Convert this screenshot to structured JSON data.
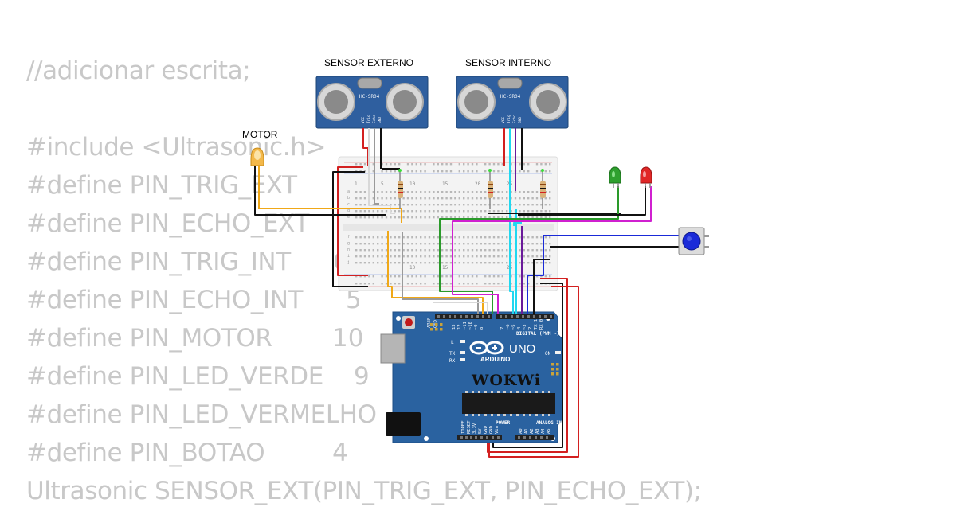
{
  "code": {
    "lines": [
      {
        "text": "//adicionar escrita;",
        "value": ""
      },
      {
        "text": "",
        "value": ""
      },
      {
        "text": "#include <Ultrasonic.h>",
        "value": ""
      },
      {
        "text": "#define PIN_TRIG_EXT",
        "value": ""
      },
      {
        "text": "#define PIN_ECHO_EXT",
        "value": ""
      },
      {
        "text": "#define PIN_TRIG_INT",
        "value": "6"
      },
      {
        "text": "#define PIN_ECHO_INT",
        "value": "5"
      },
      {
        "text": "#define PIN_MOTOR",
        "value": "10"
      },
      {
        "text": "#define PIN_LED_VERDE",
        "value": "9"
      },
      {
        "text": "#define PIN_LED_VERMELHO",
        "value": ""
      },
      {
        "text": "#define PIN_BOTAO",
        "value": "4"
      },
      {
        "text": "Ultrasonic SENSOR_EXT(PIN_TRIG_EXT, PIN_ECHO_EXT);",
        "value": ""
      }
    ]
  },
  "circuit": {
    "sensor_externo_label": "SENSOR EXTERNO",
    "sensor_interno_label": "SENSOR INTERNO",
    "motor_label": "MOTOR",
    "sensor_model": "HC-SR04",
    "sensor_pins": [
      "VCC",
      "Trig",
      "Echo",
      "GND"
    ],
    "breadboard_numbers": [
      "1",
      "5",
      "10",
      "15",
      "20",
      "25"
    ],
    "breadboard_rows": [
      "a",
      "b",
      "c",
      "d",
      "e",
      "f",
      "g",
      "h",
      "i",
      "j"
    ],
    "arduino": {
      "brand": "ARDUINO",
      "model": "UNO",
      "logo_text": "WOKWi",
      "digital_label": "DIGITAL (PWM ~)",
      "power_label": "POWER",
      "analog_label": "ANALOG IN",
      "on_label": "ON",
      "l_label": "L",
      "tx_label": "TX",
      "rx_label": "RX",
      "aref_label": "AREF",
      "gnd_label": "GND",
      "digital_pins": [
        "13",
        "12",
        "~11",
        "~10",
        "~9",
        "8",
        "7",
        "~6",
        "~5",
        "4",
        "~3",
        "2",
        "TX 1",
        "RX 0"
      ],
      "power_pins": [
        "IOREF",
        "RESET",
        "3.3V",
        "5V",
        "GND",
        "GND",
        "Vin"
      ],
      "analog_pins": [
        "A0",
        "A1",
        "A2",
        "A3",
        "A4",
        "A5"
      ]
    },
    "colors": {
      "wire_red": "#d32020",
      "wire_black": "#111111",
      "wire_orange": "#f0a818",
      "wire_gray": "#9a9a9a",
      "wire_green": "#2a9a2a",
      "wire_magenta": "#d020d0",
      "wire_cyan": "#20d8f0",
      "wire_blue": "#1a2ad8",
      "wire_purple": "#6a1a9a",
      "board_blue": "#2a62a0",
      "sensor_blue": "#2f5f9f"
    }
  }
}
